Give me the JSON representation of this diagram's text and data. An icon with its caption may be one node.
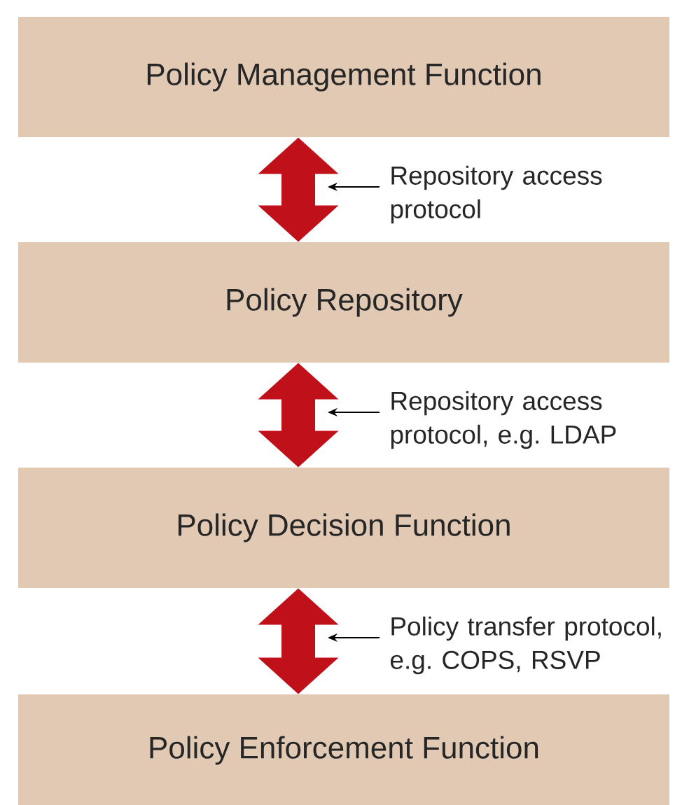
{
  "diagram": {
    "nodes": [
      {
        "text": [
          "Policy Management Function"
        ]
      },
      {
        "text": [
          "Policy Repository"
        ]
      },
      {
        "text": [
          "Policy Decision Function"
        ]
      },
      {
        "text": [
          "Policy Enforcement Function"
        ]
      },
      {
        "text": [
          "Repository access protocol"
        ]
      },
      {
        "text": [
          "Repository access protocol, e.g. LDAP"
        ]
      },
      {
        "text": [
          "Policy transfer protocol, e.g. COPS, RSVP"
        ]
      }
    ],
    "edges": [
      {
        "from": 0,
        "to": 1,
        "arrow": "both",
        "style": "thick",
        "color": "#c0111b"
      },
      {
        "from": 1,
        "to": 2,
        "arrow": "both",
        "style": "thick",
        "color": "#c0111b"
      },
      {
        "from": 2,
        "to": 3,
        "arrow": "both",
        "style": "thick",
        "color": "#c0111b"
      },
      {
        "from": 4,
        "to": null,
        "arrow": "to",
        "color": "#000000"
      },
      {
        "from": 5,
        "to": null,
        "arrow": "to",
        "color": "#000000"
      },
      {
        "from": 6,
        "to": null,
        "arrow": "to",
        "color": "#000000"
      }
    ]
  }
}
